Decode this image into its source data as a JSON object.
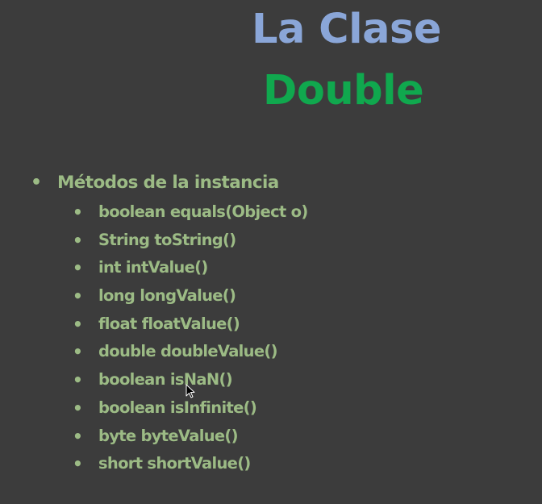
{
  "slide": {
    "title_line1": "La Clase",
    "title_line2": "Double",
    "colors": {
      "background": "#3c3c3c",
      "title_line1": "#8aa6d8",
      "title_line2": "#10a84e",
      "bullet_text": "#9cbb85"
    },
    "bullet_glyph": "•",
    "section": {
      "label": "Métodos de la instancia",
      "items": [
        "boolean equals(Object o)",
        "String toString()",
        "int intValue()",
        "long longValue()",
        "float floatValue()",
        "double doubleValue()",
        "boolean isNaN()",
        "boolean isInfinite()",
        "byte byteValue()",
        "short shortValue()"
      ]
    },
    "cursor_icon": "mouse-pointer-icon"
  }
}
